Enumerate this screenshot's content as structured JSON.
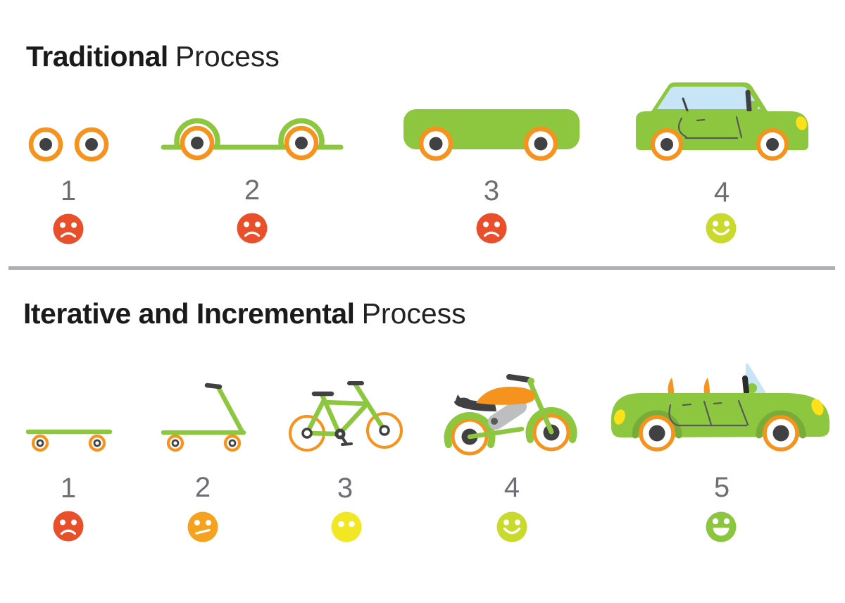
{
  "sections": [
    {
      "name": "Traditional Process",
      "title_bold": "Traditional",
      "title_light": "Process",
      "steps": [
        {
          "number": "1",
          "vehicle": "two-wheels",
          "mood": "sad"
        },
        {
          "number": "2",
          "vehicle": "wheels-with-chassis",
          "mood": "sad"
        },
        {
          "number": "3",
          "vehicle": "car-body-no-roof",
          "mood": "sad"
        },
        {
          "number": "4",
          "vehicle": "finished-car",
          "mood": "happy"
        }
      ]
    },
    {
      "name": "Iterative and Incremental Process",
      "title_bold": "Iterative and Incremental",
      "title_light": "Process",
      "steps": [
        {
          "number": "1",
          "vehicle": "skateboard",
          "mood": "sad"
        },
        {
          "number": "2",
          "vehicle": "scooter",
          "mood": "skeptical"
        },
        {
          "number": "3",
          "vehicle": "bicycle",
          "mood": "neutral"
        },
        {
          "number": "4",
          "vehicle": "motorcycle",
          "mood": "happy"
        },
        {
          "number": "5",
          "vehicle": "convertible-car",
          "mood": "delighted"
        }
      ]
    }
  ],
  "palette": {
    "green": "#8DC63F",
    "orange": "#F6921E",
    "dark_gray": "#414042",
    "number_gray": "#6D6E71",
    "divider_gray": "#ADAFB2",
    "sad_red": "#E94F2B",
    "skeptical_orange": "#F6A21E",
    "neutral_yellow": "#F1E823",
    "happy_yellow_green": "#C9DA2C",
    "delighted_green": "#8CC63F",
    "windshield_blue": "#C7E5F6",
    "headlight_yellow": "#FFE11A",
    "engine_gray": "#BCBEC0",
    "door_line_gray": "#58595B",
    "title_black": "#1A1A1A",
    "background": "#FFFFFF"
  }
}
